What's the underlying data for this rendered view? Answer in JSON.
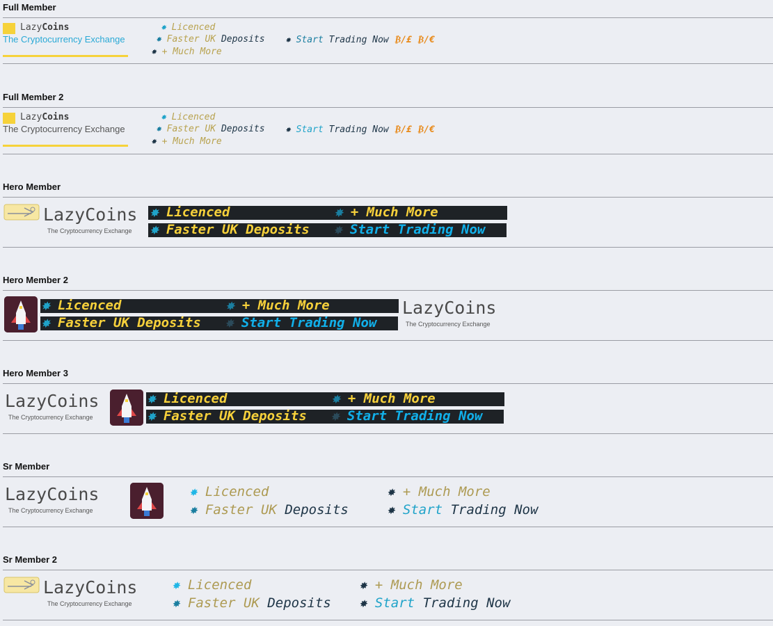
{
  "sections": [
    {
      "title": "Full Member"
    },
    {
      "title": "Full Member 2"
    },
    {
      "title": "Hero Member"
    },
    {
      "title": "Hero Member 2"
    },
    {
      "title": "Hero Member  3"
    },
    {
      "title": "Sr Member"
    },
    {
      "title": "Sr Member  2"
    }
  ],
  "brand": {
    "lazy": "Lazy",
    "coins": "Coins",
    "tagline": "The Cryptocurrency Exchange"
  },
  "features": {
    "licenced": "Licenced",
    "faster": "Faster UK",
    "deposits": "Deposits",
    "faster_full": "Faster UK Deposits",
    "much_more": "+ Much More",
    "start": "Start",
    "trading": "Trading",
    "now": "Now",
    "start_full": "Start Trading Now",
    "currency": "₿/£ ₿/€"
  },
  "colors": {
    "accent_yellow": "#f6d23a",
    "cyan": "#1fa3c9",
    "gold": "#b8a24e",
    "navy": "#1d3446",
    "dark_bar": "#1e2226",
    "bitcoin_orange": "#e88a1a"
  },
  "icons": [
    "star-burst-icon",
    "rocket-icon",
    "ticket-logo-icon"
  ]
}
